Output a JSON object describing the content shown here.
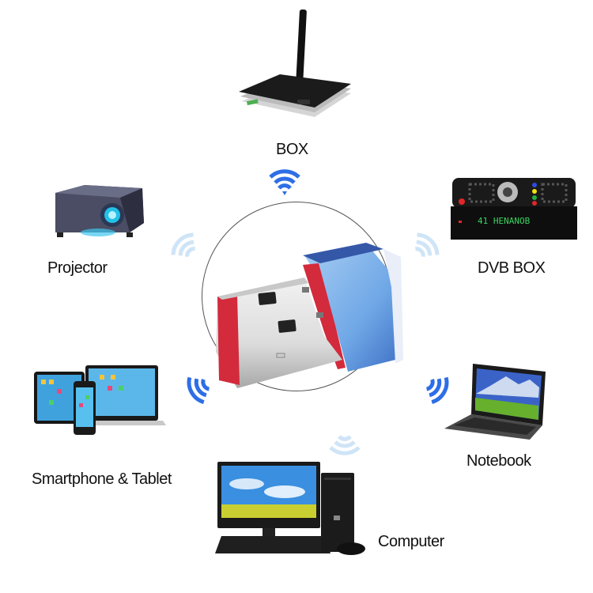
{
  "center": {
    "product": "usb-wifi-adapter",
    "circle_border_color": "#555555"
  },
  "devices": [
    {
      "id": "box",
      "label": "BOX",
      "icon": "tv-box-router-icon"
    },
    {
      "id": "projector",
      "label": "Projector",
      "icon": "projector-icon"
    },
    {
      "id": "dvb",
      "label": "DVB BOX",
      "icon": "dvb-receiver-icon"
    },
    {
      "id": "smart",
      "label": "Smartphone & Tablet",
      "icon": "smartphone-tablet-icon"
    },
    {
      "id": "notebook",
      "label": "Notebook",
      "icon": "notebook-icon"
    },
    {
      "id": "computer",
      "label": "Computer",
      "icon": "desktop-computer-icon"
    }
  ],
  "dvb_display": "41 HENANOB",
  "colors": {
    "wifi_strong": "#2e6ee6",
    "wifi_faint": "#cfe4f7",
    "usb_red": "#d32a3c",
    "usb_blue": "#6fa7e6"
  }
}
